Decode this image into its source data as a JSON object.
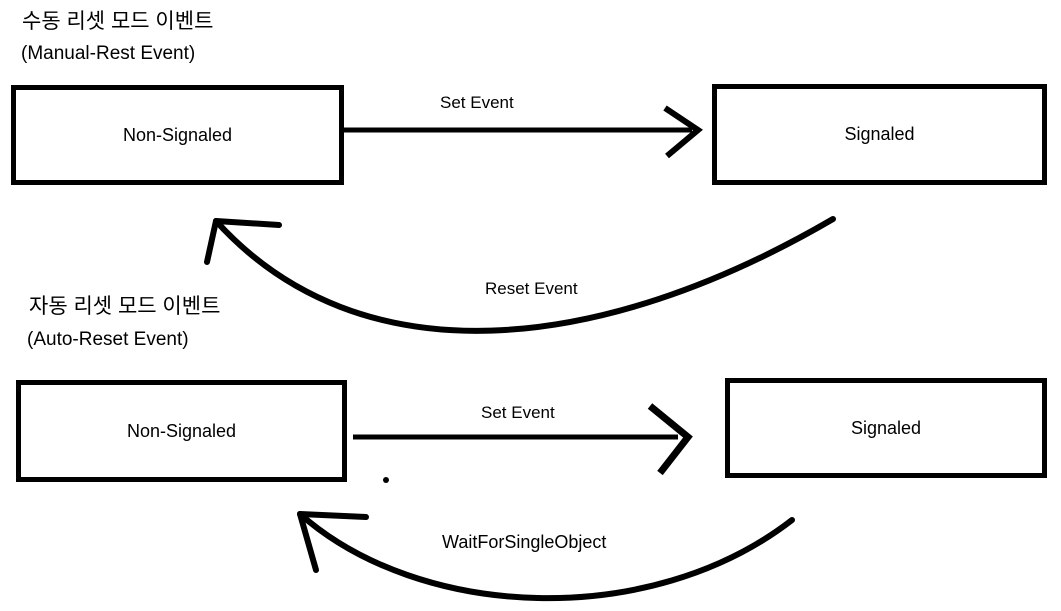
{
  "page": {
    "background": "#ffffff",
    "ink": "#000000"
  },
  "sections": {
    "manual": {
      "title_ko": "수동 리셋 모드 이벤트",
      "title_en": "(Manual-Rest Event)",
      "left_state": "Non-Signaled",
      "right_state": "Signaled",
      "forward_label": "Set Event",
      "back_label": "Reset Event"
    },
    "auto": {
      "title_ko": "자동 리셋 모드 이벤트",
      "title_en": "(Auto-Reset Event)",
      "left_state": "Non-Signaled",
      "right_state": "Signaled",
      "forward_label": "Set Event",
      "back_label": "WaitForSingleObject"
    }
  }
}
